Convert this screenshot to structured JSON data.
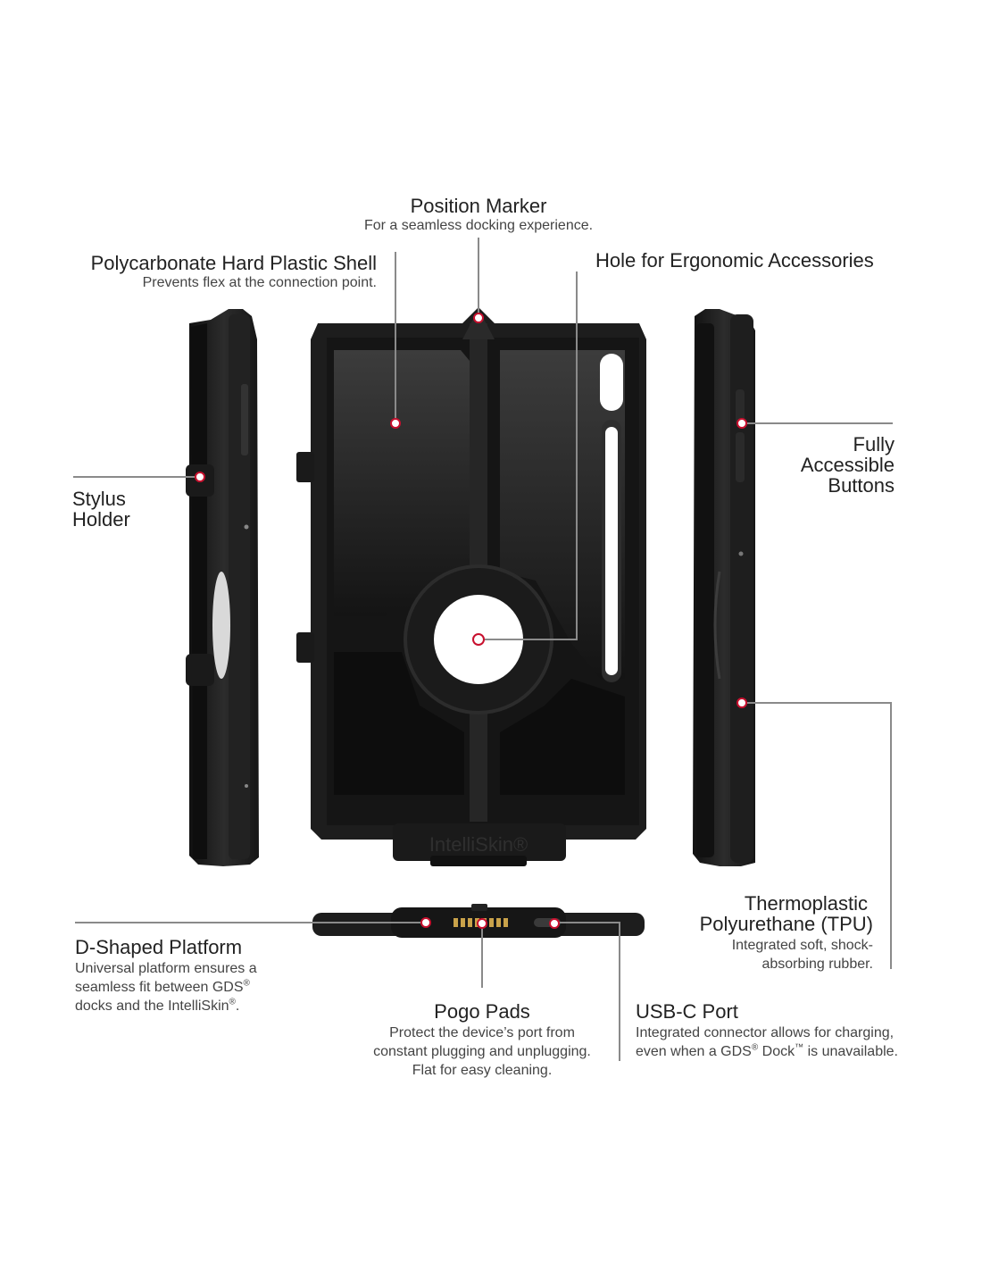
{
  "brand_label": "IntelliSkin®",
  "colors": {
    "marker": "#c8102e",
    "leader": "#8a8a8a",
    "case": "#1c1c1c"
  },
  "callouts": {
    "position_marker": {
      "title": "Position Marker",
      "desc": "For a seamless docking experience."
    },
    "hard_shell": {
      "title": "Polycarbonate Hard Plastic Shell",
      "desc": "Prevents flex at the connection point."
    },
    "ergonomic_hole": {
      "title": "Hole for Ergonomic Accessories"
    },
    "stylus_holder": {
      "title_line1": "Stylus",
      "title_line2": "Holder"
    },
    "buttons": {
      "title_line1": "Fully",
      "title_line2": "Accessible",
      "title_line3": "Buttons"
    },
    "tpu": {
      "title_line1": "Thermoplastic",
      "title_line2": "Polyurethane (TPU)",
      "desc_line1": "Integrated soft, shock-",
      "desc_line2": "absorbing rubber."
    },
    "d_platform": {
      "title": "D-Shaped Platform",
      "desc_line1": "Universal platform ensures a",
      "desc_line2a": "seamless fit between GDS",
      "desc_line2b": "®",
      "desc_line3a": "docks and the IntelliSkin",
      "desc_line3b": "®",
      "desc_line3c": "."
    },
    "pogo": {
      "title": "Pogo Pads",
      "desc_line1": "Protect the device’s port from",
      "desc_line2": "constant plugging and unplugging.",
      "desc_line3": "Flat for easy cleaning."
    },
    "usbc": {
      "title": "USB-C Port",
      "desc_line1": "Integrated connector allows for charging,",
      "desc_line2a": "even when a GDS",
      "desc_line2b": "®",
      "desc_line2c": " Dock",
      "desc_line2d": "™",
      "desc_line2e": " is unavailable."
    }
  }
}
